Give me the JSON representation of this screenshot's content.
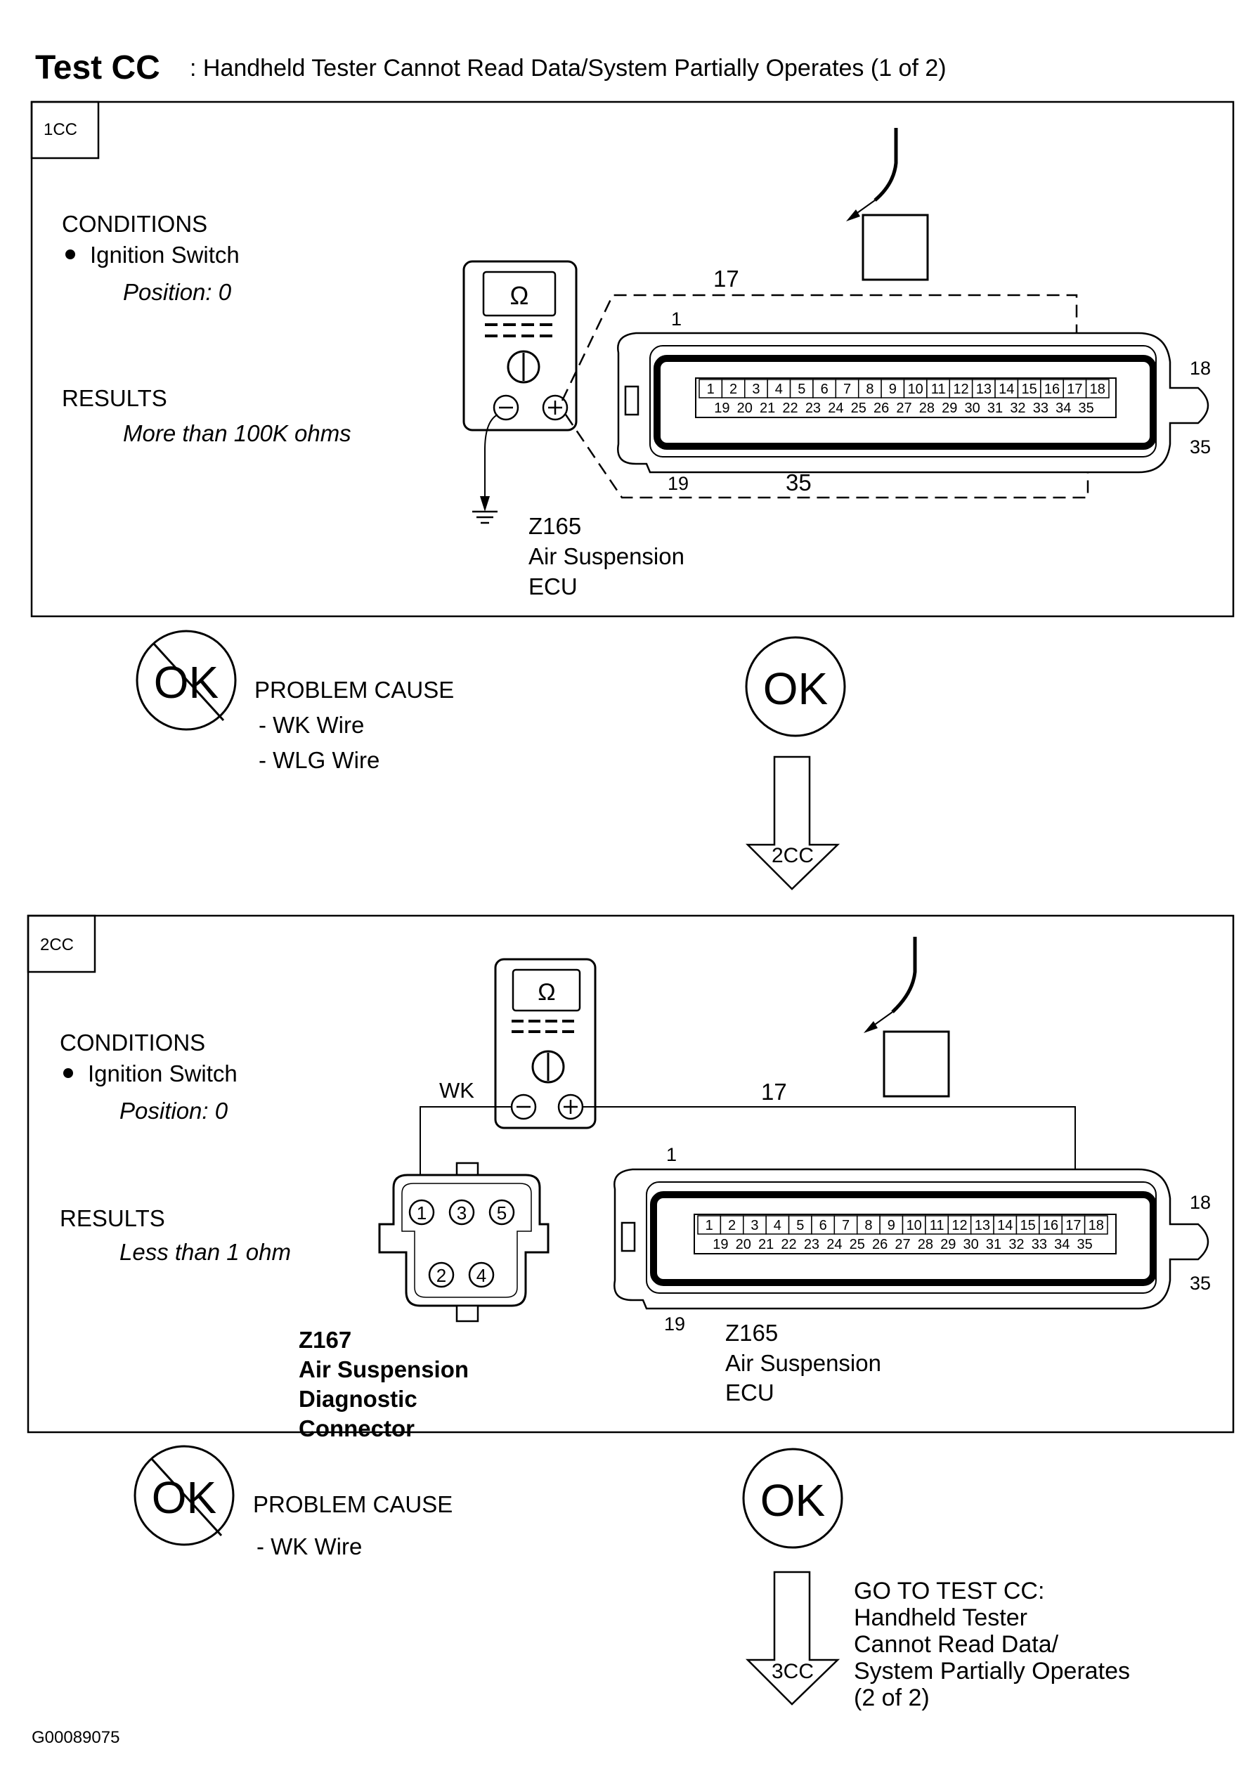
{
  "title": {
    "test_label": "Test CC",
    "subtitle": ": Handheld Tester Cannot Read Data/System Partially Operates (1 of 2)"
  },
  "steps": [
    {
      "id": "1CC",
      "conditions_label": "CONDITIONS",
      "condition_item": "Ignition Switch",
      "condition_position": "Position: 0",
      "results_label": "RESULTS",
      "results_value": "More than 100K ohms",
      "meter_symbol": "Ω",
      "pin_label_top": "17",
      "pin_label_bottom": "35",
      "ecu_pin_1": "1",
      "ecu_pin_18": "18",
      "ecu_pin_19": "19",
      "ecu_pin_35": "35",
      "component_id": "Z165",
      "component_name_1": "Air Suspension",
      "component_name_2": "ECU",
      "nok_badge": "OK",
      "problem_cause_label": "PROBLEM CAUSE",
      "problem_causes": [
        "- WK Wire",
        "- WLG  Wire"
      ],
      "ok_badge": "OK",
      "next_arrow_label": "2CC"
    },
    {
      "id": "2CC",
      "conditions_label": "CONDITIONS",
      "condition_item": "Ignition Switch",
      "condition_position": "Position: 0",
      "results_label": "RESULTS",
      "results_value": "Less than 1 ohm",
      "meter_symbol": "Ω",
      "wire_label": "WK",
      "pin_label_top": "17",
      "ecu_pin_1": "1",
      "ecu_pin_18": "18",
      "ecu_pin_19": "19",
      "ecu_pin_35": "35",
      "diag_connector_id": "Z167",
      "diag_connector_name_1": "Air Suspension",
      "diag_connector_name_2": "Diagnostic",
      "diag_connector_name_3": "Connector",
      "diag_pins": [
        "1",
        "3",
        "5",
        "2",
        "4"
      ],
      "component_id": "Z165",
      "component_name_1": "Air Suspension",
      "component_name_2": "ECU",
      "nok_badge": "OK",
      "problem_cause_label": "PROBLEM CAUSE",
      "problem_causes": [
        "- WK  Wire"
      ],
      "ok_badge": "OK",
      "next_arrow_label": "3CC"
    }
  ],
  "ecu_pins_top": [
    "1",
    "2",
    "3",
    "4",
    "5",
    "6",
    "7",
    "8",
    "9",
    "10",
    "11",
    "12",
    "13",
    "14",
    "15",
    "16",
    "17",
    "18"
  ],
  "ecu_pins_bottom": [
    "19",
    "20",
    "21",
    "22",
    "23",
    "24",
    "25",
    "26",
    "27",
    "28",
    "29",
    "30",
    "31",
    "32",
    "33",
    "34",
    "35"
  ],
  "goto": {
    "lines": [
      "GO TO TEST CC:",
      "Handheld Tester",
      "Cannot Read Data/",
      "System Partially Operates",
      "(2 of 2)"
    ]
  },
  "figure_id": "G00089075"
}
